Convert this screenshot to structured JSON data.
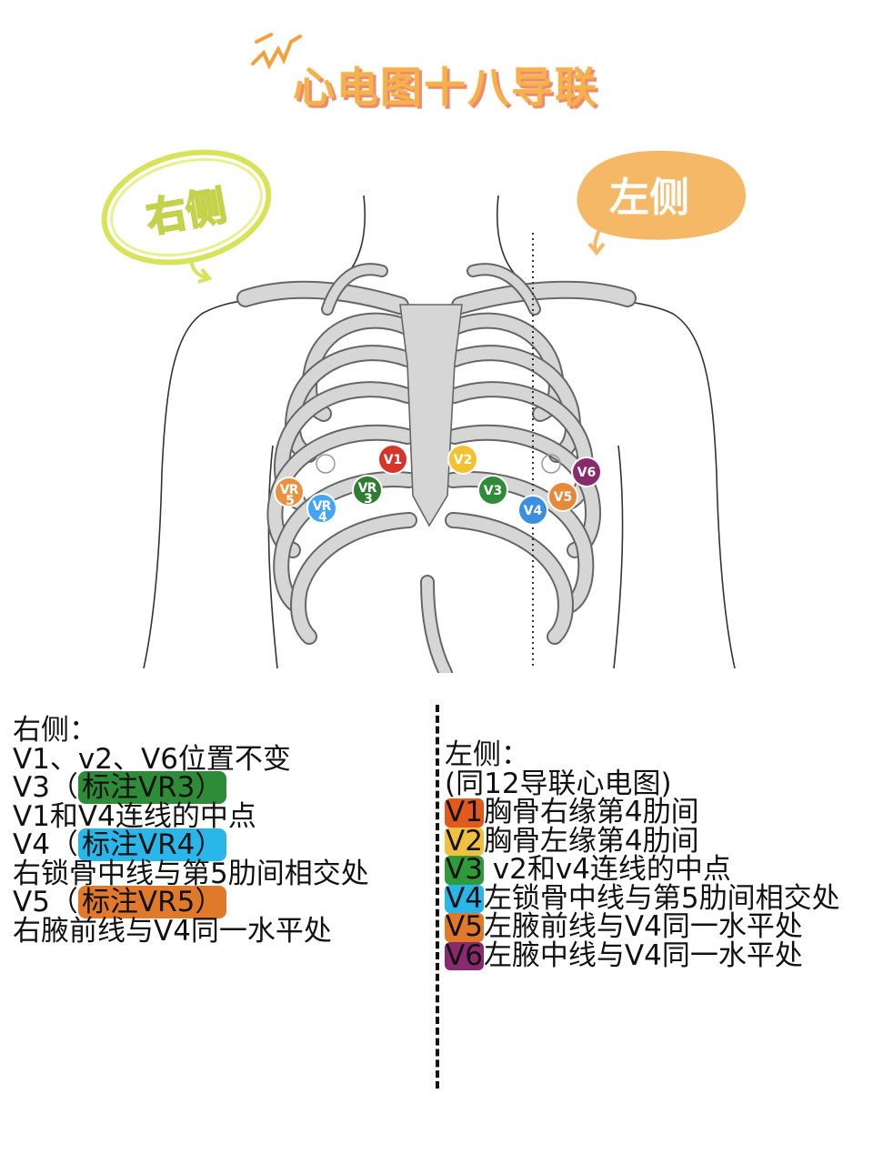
{
  "title": "心电图十八导联",
  "tags": {
    "right": "右侧",
    "left": "左侧"
  },
  "electrodes": [
    {
      "id": "V1",
      "label": "V1",
      "color": "#d8352a"
    },
    {
      "id": "V2",
      "label": "V2",
      "color": "#f2c230"
    },
    {
      "id": "V3",
      "label": "V3",
      "color": "#2e8b37"
    },
    {
      "id": "V4",
      "label": "V4",
      "color": "#3a8fe0"
    },
    {
      "id": "V5",
      "label": "V5",
      "color": "#e6893a"
    },
    {
      "id": "V6",
      "label": "V6",
      "color": "#8a2a6e"
    },
    {
      "id": "VR3",
      "label": "V R 3",
      "color": "#2e7d32"
    },
    {
      "id": "VR4",
      "label": "V R 4",
      "color": "#42a5f5"
    },
    {
      "id": "VR5",
      "label": "V R 5",
      "color": "#e8913f"
    }
  ],
  "right_side": {
    "heading": "右侧：",
    "line1": "V1、v2、V6位置不变",
    "v3_prefix": "V3（",
    "v3_tag": "标注VR3）",
    "v3_desc": "V1和V4连线的中点",
    "v4_prefix": "V4（",
    "v4_tag": "标注VR4）",
    "v4_desc": "右锁骨中线与第5肋间相交处",
    "v5_prefix": "V5（",
    "v5_tag": "标注VR5）",
    "v5_desc": "右腋前线与V4同一水平处",
    "colors": {
      "vr3": "#2e8b37",
      "vr4": "#29b6e8",
      "vr5": "#e07a2a"
    }
  },
  "left_side": {
    "heading": "左侧：",
    "note": "(同12导联心电图)",
    "items": [
      {
        "lead": "V1",
        "text": "胸骨右缘第4肋间",
        "color": "#e05a1e"
      },
      {
        "lead": "V2",
        "text": "胸骨左缘第4肋间",
        "color": "#f0c040"
      },
      {
        "lead": "V3",
        "text": " v2和v4连线的中点",
        "color": "#2e9a3a"
      },
      {
        "lead": "V4",
        "text": "左锁骨中线与第5肋间相交处",
        "color": "#29b6e8"
      },
      {
        "lead": "V5",
        "text": "左腋前线与V4同一水平处",
        "color": "#e07a2a"
      },
      {
        "lead": "V6",
        "text": "左腋中线与V4同一水平处",
        "color": "#8a2a6e"
      }
    ]
  }
}
